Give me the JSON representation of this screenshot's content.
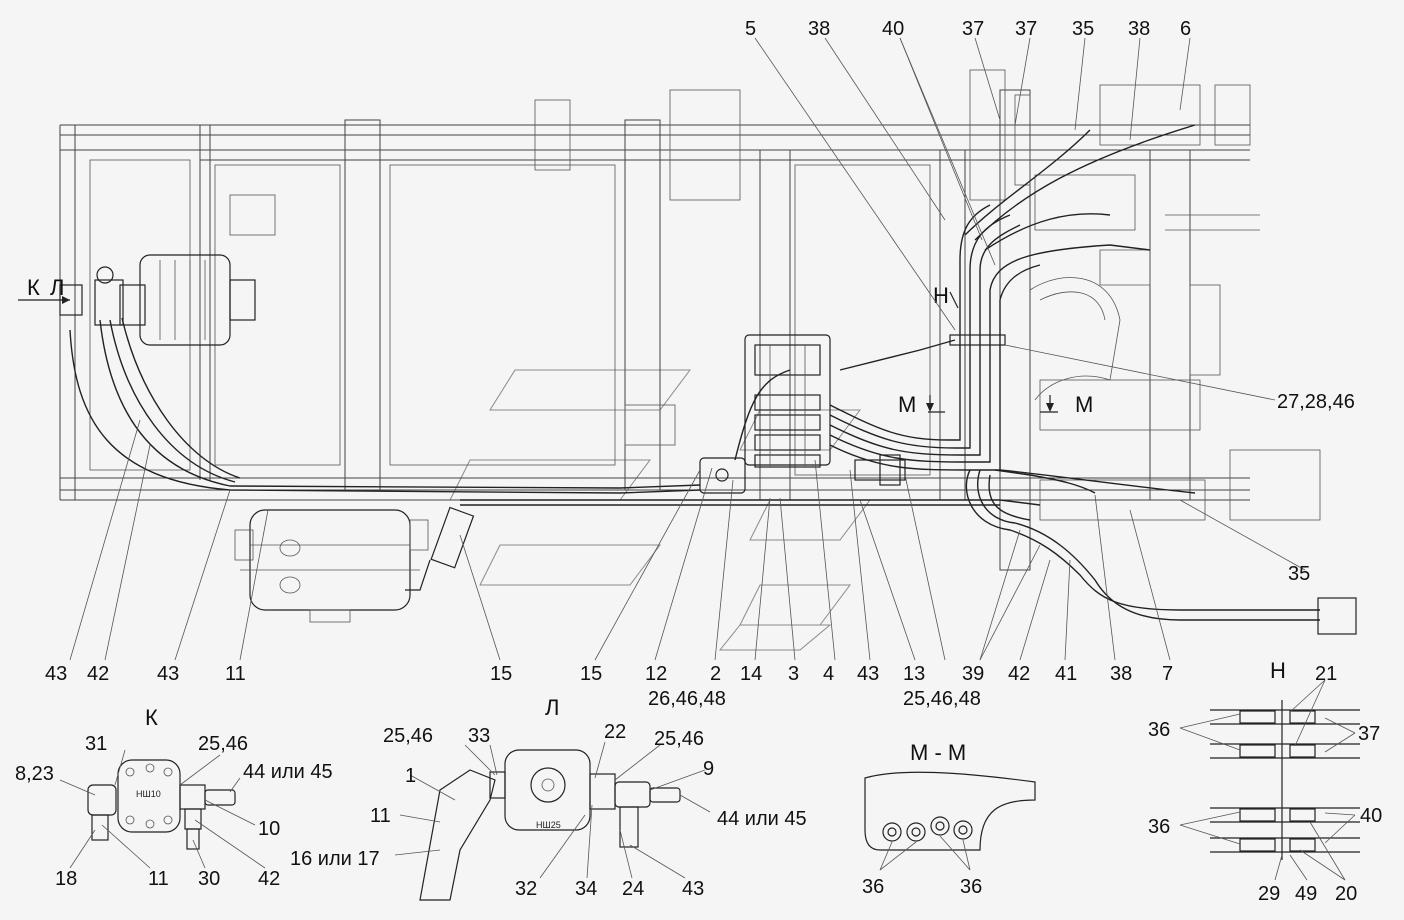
{
  "callouts": {
    "c5": "5",
    "c38a": "38",
    "c40": "40",
    "c37a": "37",
    "c37b": "37",
    "c35a": "35",
    "c38b": "38",
    "c6": "6",
    "c27": "27,28,46",
    "c35b": "35",
    "c43a": "43",
    "c42a": "42",
    "c43b": "43",
    "c11a": "11",
    "c15a": "15",
    "c15b": "15",
    "c12": "12",
    "c26": "26,46,48",
    "c2": "2",
    "c14": "14",
    "c3": "3",
    "c4": "4",
    "c43c": "43",
    "c13": "13",
    "c25a": "25,46,48",
    "c39": "39",
    "c42b": "42",
    "c41": "41",
    "c38c": "38",
    "c7": "7",
    "k_31": "31",
    "k_25": "25,46",
    "k_823": "8,23",
    "k_44": "44 или 45",
    "k_10": "10",
    "k_18": "18",
    "k_11": "11",
    "k_30": "30",
    "k_42": "42",
    "l_2546a": "25,46",
    "l_33": "33",
    "l_22": "22",
    "l_2546b": "25,46",
    "l_9": "9",
    "l_1": "1",
    "l_11": "11",
    "l_44": "44 или 45",
    "l_16": "16 или 17",
    "l_32": "32",
    "l_34": "34",
    "l_24": "24",
    "l_43": "43",
    "n_21": "21",
    "n_36a": "36",
    "n_37": "37",
    "n_36b": "36",
    "n_40": "40",
    "n_29": "29",
    "n_49": "49",
    "n_20": "20",
    "mm_36a": "36",
    "mm_36b": "36"
  },
  "section_marks": {
    "k_top": "К",
    "l_top": "Л",
    "n_top": "Н",
    "m_left": "М",
    "m_right": "М"
  },
  "view_titles": {
    "k": "К",
    "l": "Л",
    "mm": "М - М",
    "n": "Н"
  },
  "pump_labels": {
    "k": "НШ10",
    "l": "НШ25"
  }
}
